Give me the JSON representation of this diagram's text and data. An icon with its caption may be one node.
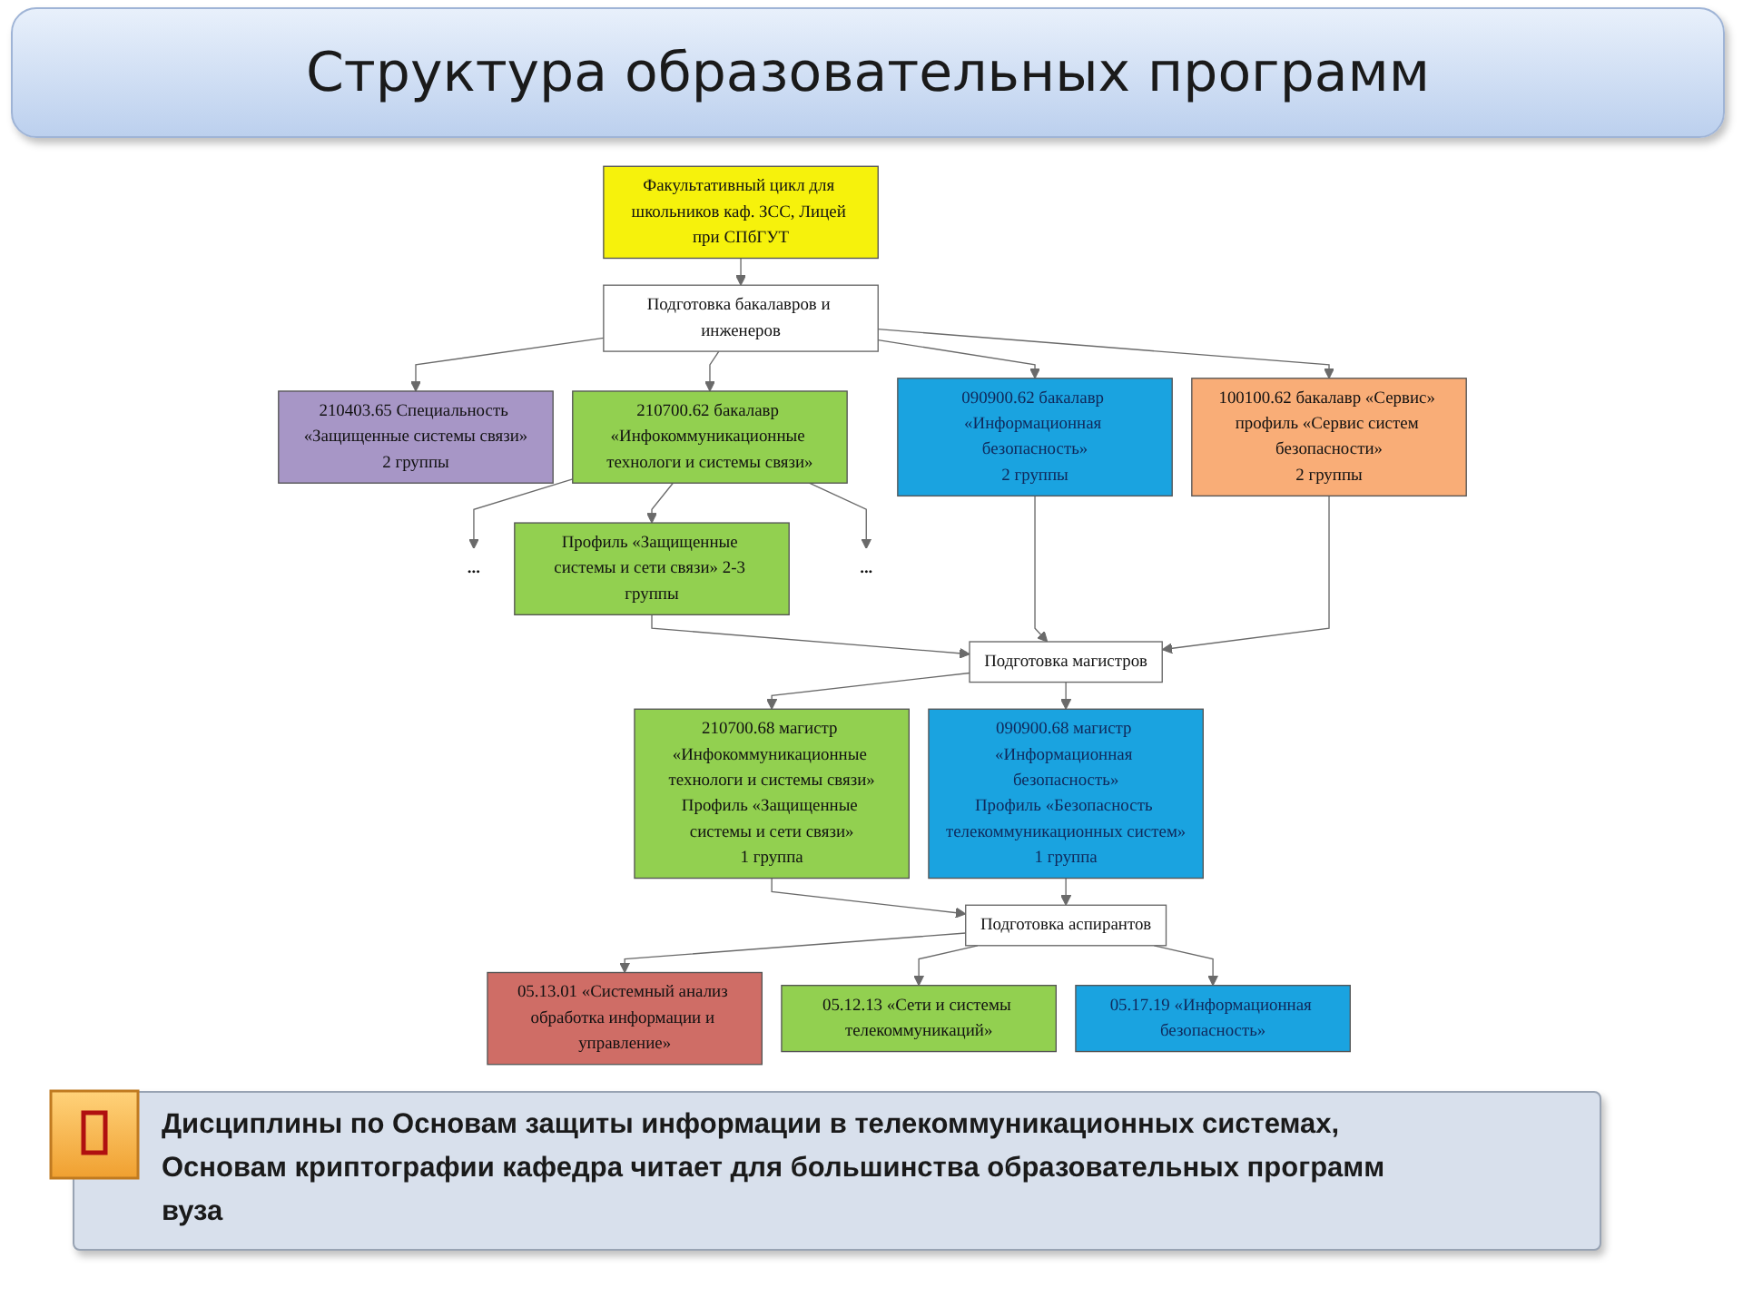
{
  "diagram": {
    "title": "Структура образовательных программ",
    "nodes": [
      {
        "text": [
          "Факультативный цикл для школьников каф. ЗСС, Лицей при СПбГУТ"
        ]
      },
      {
        "text": [
          "Подготовка бакалавров и инженеров"
        ]
      },
      {
        "text": [
          "210403.65 Специальность «Защищенные системы связи»",
          "2 группы"
        ]
      },
      {
        "text": [
          "210700.62 бакалавр «Инфокоммуникационные технологи и системы связи»"
        ]
      },
      {
        "text": [
          "090900.62 бакалавр «Информационная безопасность»",
          "2 группы"
        ]
      },
      {
        "text": [
          "100100.62 бакалавр «Сервис» профиль «Сервис систем безопасности»",
          "2 группы"
        ]
      },
      {
        "text": [
          "..."
        ]
      },
      {
        "text": [
          "Профиль «Защищенные системы и сети связи» 2-3 группы"
        ]
      },
      {
        "text": [
          "..."
        ]
      },
      {
        "text": [
          "Подготовка магистров"
        ]
      },
      {
        "text": [
          "210700.68 магистр «Инфокоммуникационные технологи и системы связи»",
          "Профиль «Защищенные системы и сети связи»",
          "1 группа"
        ]
      },
      {
        "text": [
          "090900.68 магистр «Информационная безопасность»",
          "Профиль «Безопасность телекоммуникационных систем»",
          "1 группа"
        ]
      },
      {
        "text": [
          "Подготовка аспирантов"
        ]
      },
      {
        "text": [
          "05.13.01 «Системный анализ обработка информации и управление»"
        ]
      },
      {
        "text": [
          "05.12.13 «Сети и системы телекоммуникаций»"
        ]
      },
      {
        "text": [
          "05.17.19 «Информационная безопасность»"
        ]
      }
    ],
    "edges": [
      {
        "from": 0,
        "to": 1,
        "arrow": "to"
      },
      {
        "from": 1,
        "to": 2,
        "arrow": "to"
      },
      {
        "from": 1,
        "to": 3,
        "arrow": "to"
      },
      {
        "from": 1,
        "to": 4,
        "arrow": "to"
      },
      {
        "from": 1,
        "to": 5,
        "arrow": "to"
      },
      {
        "from": 3,
        "to": 6,
        "arrow": "to"
      },
      {
        "from": 3,
        "to": 7,
        "arrow": "to"
      },
      {
        "from": 3,
        "to": 8,
        "arrow": "to"
      },
      {
        "from": 7,
        "to": 9,
        "arrow": "to"
      },
      {
        "from": 4,
        "to": 9,
        "arrow": "to"
      },
      {
        "from": 5,
        "to": 9,
        "arrow": "to"
      },
      {
        "from": 9,
        "to": 10,
        "arrow": "to"
      },
      {
        "from": 9,
        "to": 11,
        "arrow": "to"
      },
      {
        "from": 10,
        "to": 12,
        "arrow": "to"
      },
      {
        "from": 11,
        "to": 12,
        "arrow": "to"
      },
      {
        "from": 12,
        "to": 13,
        "arrow": "to"
      },
      {
        "from": 12,
        "to": 14,
        "arrow": "to"
      },
      {
        "from": 12,
        "to": 15,
        "arrow": "to"
      }
    ],
    "labels": [
      "Дисциплины по Основам защиты информации в телекоммуникационных системах, Основам криптографии кафедра читает для большинства образовательных программ вуза"
    ]
  }
}
